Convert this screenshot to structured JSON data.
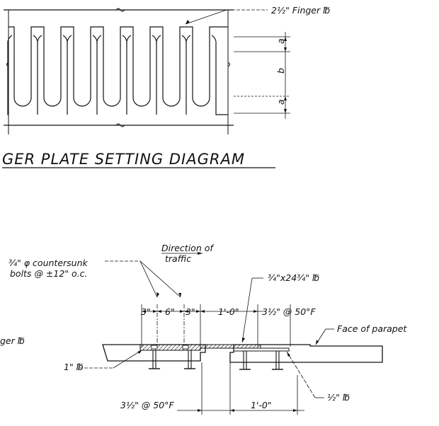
{
  "plan": {
    "title": "GER PLATE SETTING DIAGRAM",
    "finger_plate_label": "2½\" Finger ℔",
    "dim_a_top": "a",
    "dim_b": "b",
    "dim_a_bottom": "a"
  },
  "section": {
    "direction_label_1": "Direction of",
    "direction_label_2": "traffic",
    "bolts_label_1": "¾\" φ countersunk",
    "bolts_label_2": "bolts @ ±12\" o.c.",
    "plate_label": "¾\"x24¾\" ℔",
    "finger_label_partial": "ger ℔",
    "face_of_parapet": "Face of parapet",
    "one_inch_plate": "1\" ℔",
    "half_inch_plate": "½\" ℔",
    "dims_top": [
      "3\"",
      "6\"",
      "3\"",
      "1'-0\"",
      "3½\" @ 50°F"
    ],
    "dims_bottom": [
      "3½\" @ 50°F",
      "1'-0\""
    ]
  }
}
